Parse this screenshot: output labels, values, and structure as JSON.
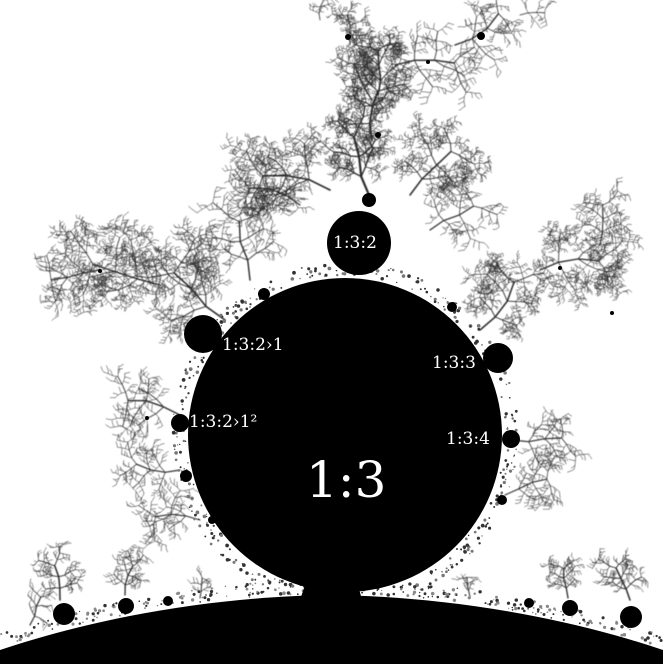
{
  "colors": {
    "background": "#ffffff",
    "set": "#000000",
    "filament": "#2a2a2a",
    "label": "#ffffff"
  },
  "labels": {
    "main": "1:3",
    "top": "1:3:2",
    "left_upper": "1:3:2›1",
    "left_lower": "1:3:2›1²",
    "right_upper": "1:3:3",
    "right_lower": "1:3:4"
  }
}
